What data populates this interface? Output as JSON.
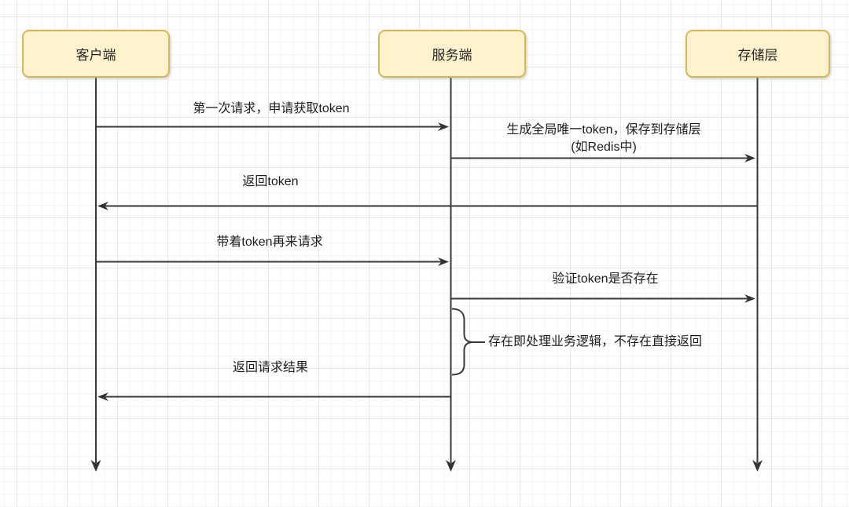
{
  "diagram": {
    "title": "token sequence diagram",
    "actors": [
      {
        "id": "client",
        "label": "客户端"
      },
      {
        "id": "server",
        "label": "服务端"
      },
      {
        "id": "storage",
        "label": "存储层"
      }
    ],
    "messages": [
      {
        "from": "client",
        "to": "server",
        "label": "第一次请求，申请获取token"
      },
      {
        "from": "server",
        "to": "storage",
        "label": "生成全局唯一token，保存到存储层\n(如Redis中)"
      },
      {
        "from": "storage",
        "to": "client",
        "label": "返回token"
      },
      {
        "from": "client",
        "to": "server",
        "label": "带着token再来请求"
      },
      {
        "from": "server",
        "to": "storage",
        "label": "验证token是否存在"
      },
      {
        "from": "server",
        "to": "client",
        "label": "返回请求结果"
      }
    ],
    "annotation": {
      "label": "存在即处理业务逻辑，不存在直接返回"
    },
    "colors": {
      "actor_fill": "#FFF2CC",
      "actor_border": "#D6B656",
      "line": "#383838",
      "text": "#1D1D1D",
      "grid_minor": "#F4F4F4",
      "grid_major": "#E6E6E6",
      "background": "#FFFFFF"
    }
  }
}
